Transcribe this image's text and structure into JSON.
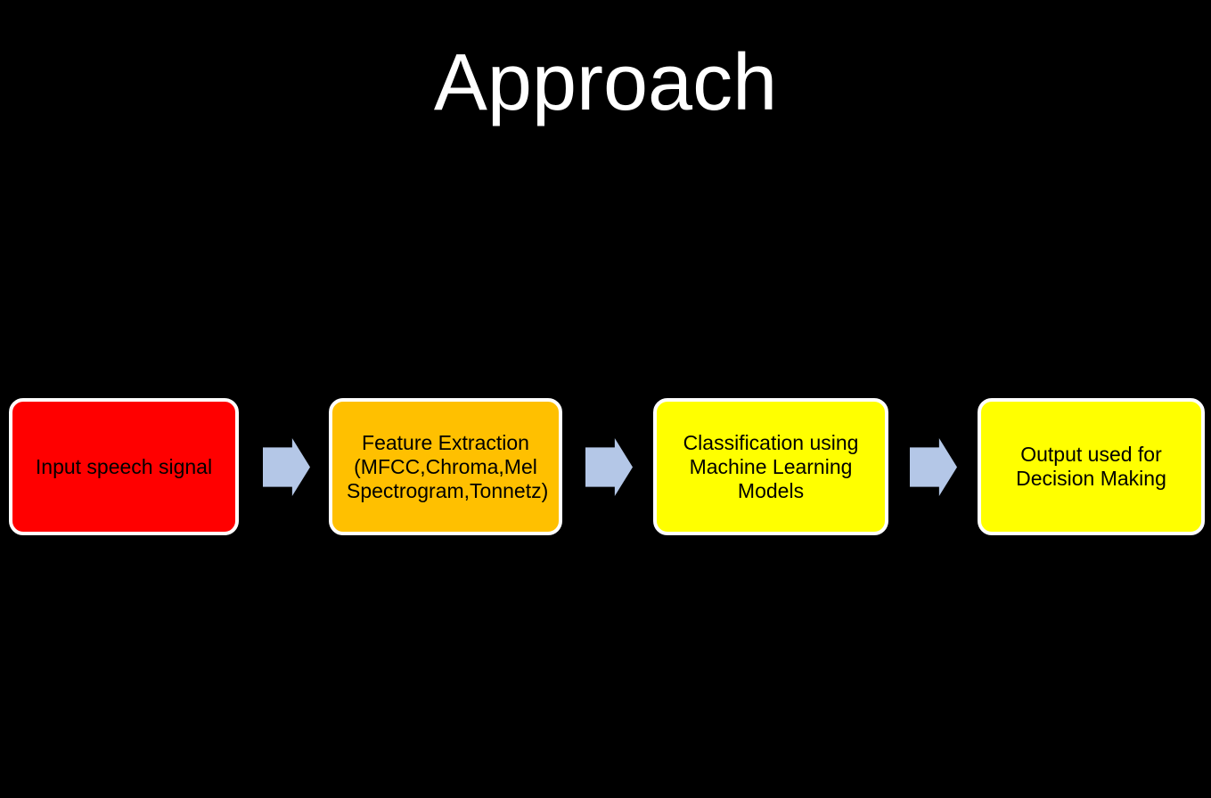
{
  "slide": {
    "title": "Approach",
    "background_color": "#000000",
    "title_color": "#FFFFFF"
  },
  "flowchart": {
    "border_color": "#FFFFFF",
    "text_color": "#000000",
    "arrow_color": "#B4C7E7",
    "arrows": [
      "right-arrow",
      "right-arrow",
      "right-arrow"
    ],
    "steps": [
      {
        "label": "Input speech signal",
        "fill": "#FF0000"
      },
      {
        "label": "Feature Extraction (MFCC,Chroma,Mel Spectrogram,Tonnetz)",
        "fill": "#FFC000"
      },
      {
        "label": "Classification using Machine Learning Models",
        "fill": "#FFFF00"
      },
      {
        "label": "Output used for Decision Making",
        "fill": "#FFFF00"
      }
    ]
  }
}
